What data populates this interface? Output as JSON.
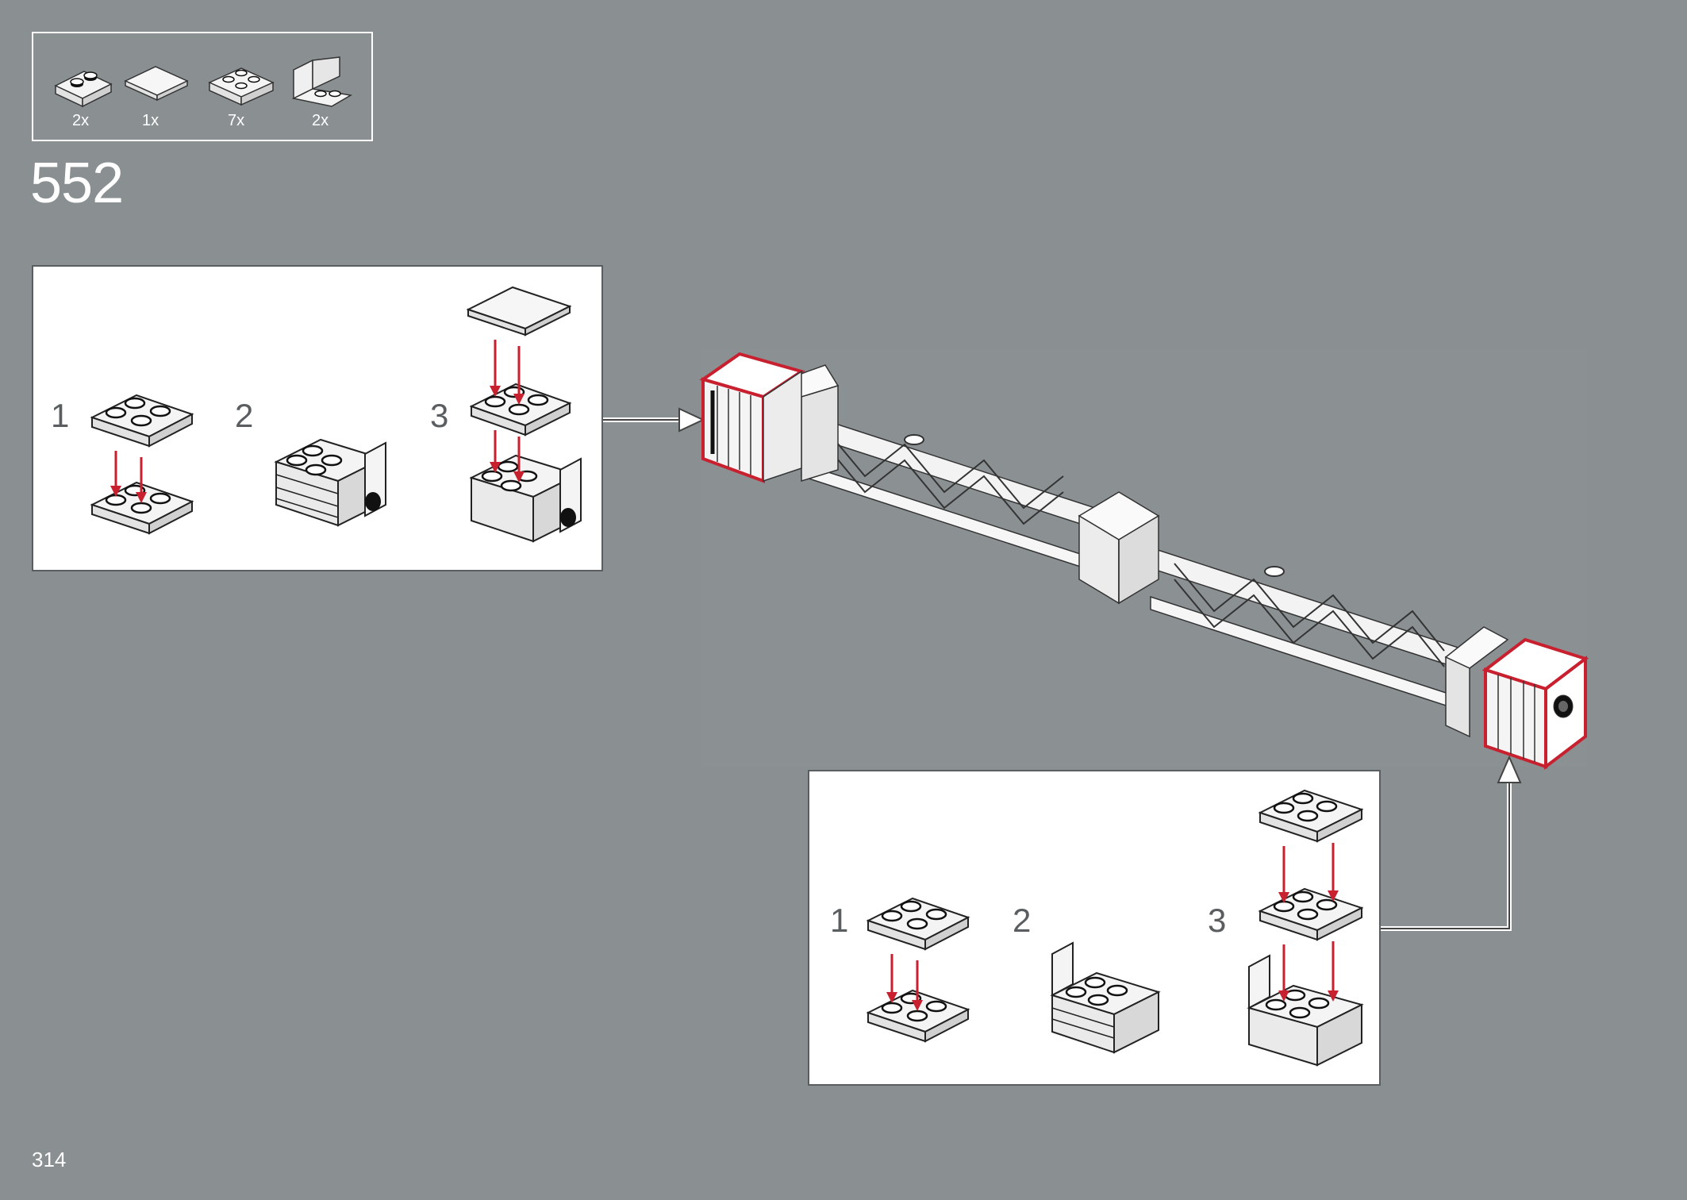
{
  "parts_list": [
    {
      "qty": "2x",
      "icon": "plate-1x2-icon"
    },
    {
      "qty": "1x",
      "icon": "tile-2x2-icon"
    },
    {
      "qty": "7x",
      "icon": "plate-2x2-icon"
    },
    {
      "qty": "2x",
      "icon": "bracket-1x2-icon"
    }
  ],
  "step_number": "552",
  "callout_left": {
    "steps": [
      "1",
      "2",
      "3"
    ]
  },
  "callout_right": {
    "steps": [
      "1",
      "2",
      "3"
    ]
  },
  "page_number": "314",
  "colors": {
    "background": "#8a9092",
    "highlight": "#c8202e",
    "panel": "#ffffff",
    "piece_outline": "#222222"
  }
}
